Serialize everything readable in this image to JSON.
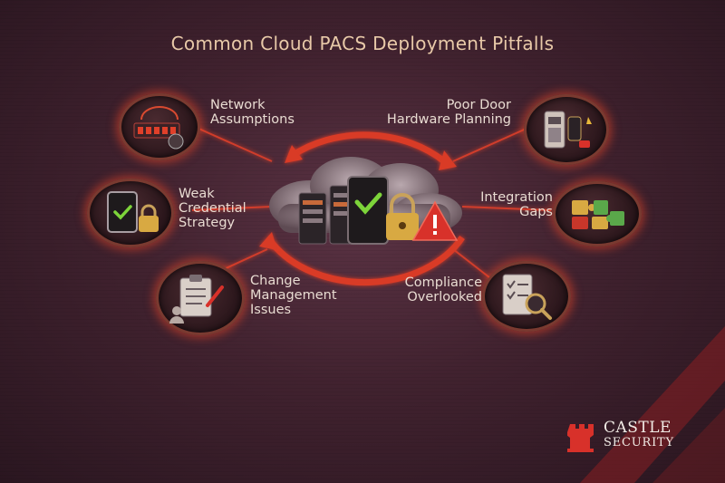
{
  "title": "Common Cloud PACS Deployment Pitfalls",
  "center": {
    "icons": [
      "cloud-icon",
      "server-rack-icon",
      "tablet-check-icon",
      "padlock-icon",
      "warning-triangle-icon"
    ]
  },
  "pitfalls": [
    {
      "id": "network",
      "line1": "Network",
      "line2": "Assumptions",
      "line3": "",
      "icon": "network-rack-icon"
    },
    {
      "id": "door-hardware",
      "line1": "Poor Door",
      "line2": "Hardware Planning",
      "line3": "",
      "icon": "door-controller-icon"
    },
    {
      "id": "credential",
      "line1": "Weak",
      "line2": "Credential",
      "line3": "Strategy",
      "icon": "tablet-lock-icon"
    },
    {
      "id": "integration",
      "line1": "Integration",
      "line2": "Gaps",
      "line3": "",
      "icon": "puzzle-icon"
    },
    {
      "id": "change",
      "line1": "Change",
      "line2": "Management",
      "line3": "Issues",
      "icon": "clipboard-people-icon"
    },
    {
      "id": "compliance",
      "line1": "Compliance",
      "line2": "Overlooked",
      "line3": "",
      "icon": "checklist-magnifier-icon"
    }
  ],
  "logo": {
    "word1": "CASTLE",
    "word2": "SECURITY",
    "icon": "castle-tower-icon"
  },
  "colors": {
    "accent": "#e0402a",
    "text": "#e9dcd2",
    "title": "#e8c9a8",
    "background": "#41222f"
  }
}
